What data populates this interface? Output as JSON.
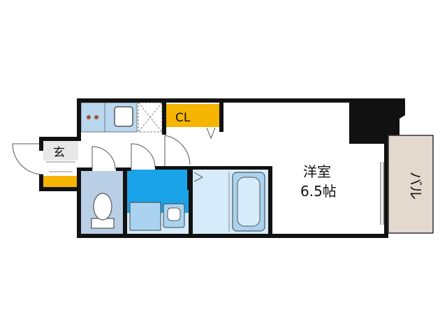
{
  "rooms": {
    "entrance": "玄",
    "closet": "CL",
    "western_room_name": "洋室",
    "western_room_size": "6.5帖",
    "balcony": "バル"
  },
  "colors": {
    "wall": "#111111",
    "closet": "#f5b400",
    "entrance_mat": "#f5b400",
    "toilet_room": "#b9cfe6",
    "washroom": "#1aa3e8",
    "bathroom": "#d6ecfa",
    "kitchen_fixture": "#a9d3f0",
    "balcony": "#e4d9cf"
  }
}
